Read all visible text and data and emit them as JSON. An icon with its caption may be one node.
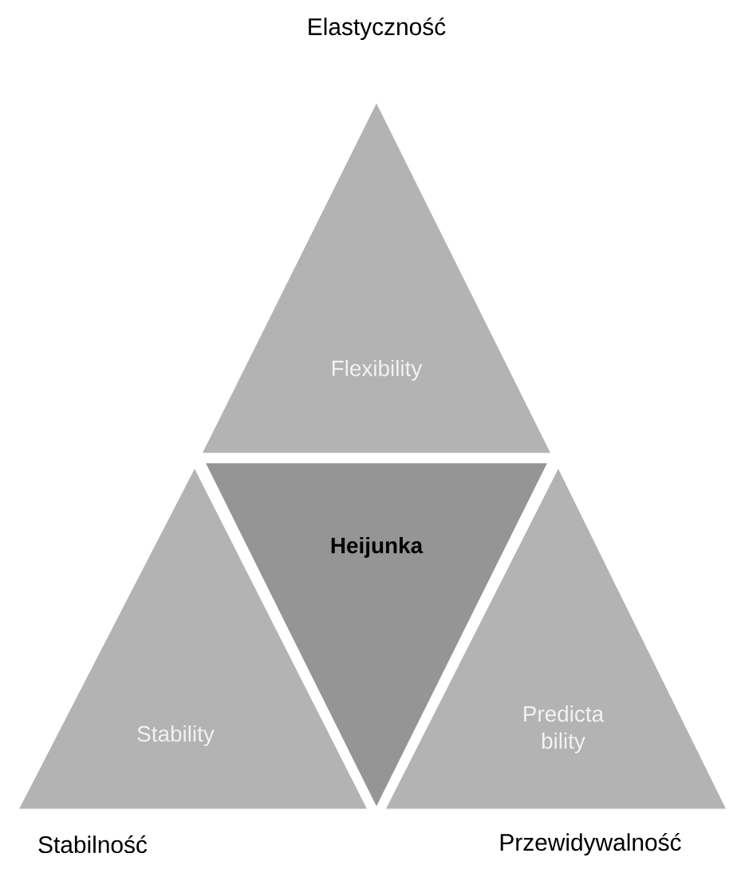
{
  "diagram": {
    "nodes": [
      {
        "text": [
          "Flexibility"
        ],
        "beside": [
          "Elastyczność"
        ]
      },
      {
        "text": [
          "Heijunka"
        ]
      },
      {
        "text": [
          "Stability"
        ],
        "beside": [
          "Stabilność"
        ]
      },
      {
        "text": [
          "Predicta bility"
        ],
        "beside": [
          "Przewidywalność"
        ]
      }
    ]
  }
}
